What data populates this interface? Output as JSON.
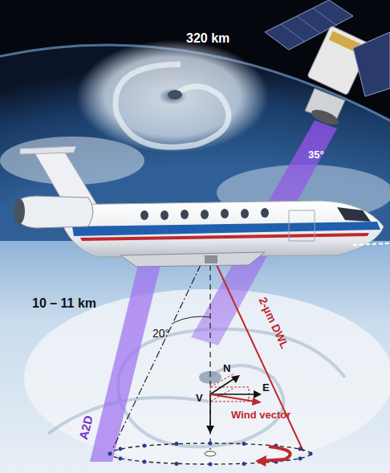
{
  "diagram": {
    "labels": [
      "320 km",
      "35°",
      "10 – 11 km",
      "20°",
      "A2D",
      "2-µm DWL",
      "N",
      "E",
      "V",
      "Wind vector"
    ]
  }
}
